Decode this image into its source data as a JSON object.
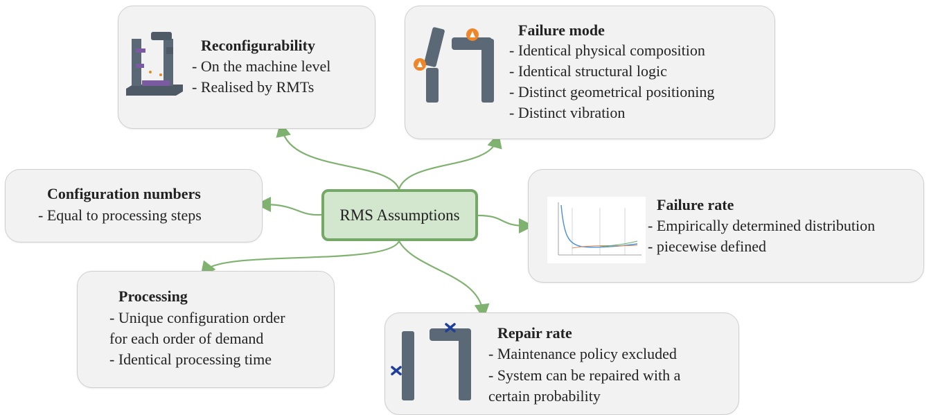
{
  "center": {
    "label": "RMS Assumptions"
  },
  "colors": {
    "connector": "#7fb16f",
    "box_bg": "#f2f2f2",
    "center_bg": "#d3e7cf",
    "center_border": "#74a866",
    "machine": "#5b6875",
    "purple": "#7a5aa0",
    "warning": "#f0862a",
    "wrench": "#1f3f9a"
  },
  "reconfigurability": {
    "title": "Reconfigurability",
    "lines": [
      "- On the machine level",
      "- Realised by RMTs"
    ],
    "icon": "machine-tool-icon"
  },
  "failure_mode": {
    "title": "Failure mode",
    "lines": [
      "- Identical physical composition",
      "- Identical structural logic",
      "- Distinct geometrical positioning",
      "- Distinct vibration"
    ],
    "icon": "broken-pipe-warning-icon"
  },
  "configuration_numbers": {
    "title": "Configuration numbers",
    "lines": [
      "- Equal to processing steps"
    ]
  },
  "failure_rate": {
    "title": "Failure rate",
    "lines": [
      "- Empirically determined distribution",
      "- piecewise defined"
    ],
    "icon": "failure-rate-chart-icon"
  },
  "processing": {
    "title": "Processing",
    "lines": [
      "- Unique configuration order",
      "for each order of demand",
      "- Identical processing time"
    ]
  },
  "repair_rate": {
    "title": "Repair rate",
    "lines": [
      "- Maintenance policy excluded",
      "- System can be repaired with a",
      "certain probability"
    ],
    "icon": "pipe-wrench-icon"
  }
}
